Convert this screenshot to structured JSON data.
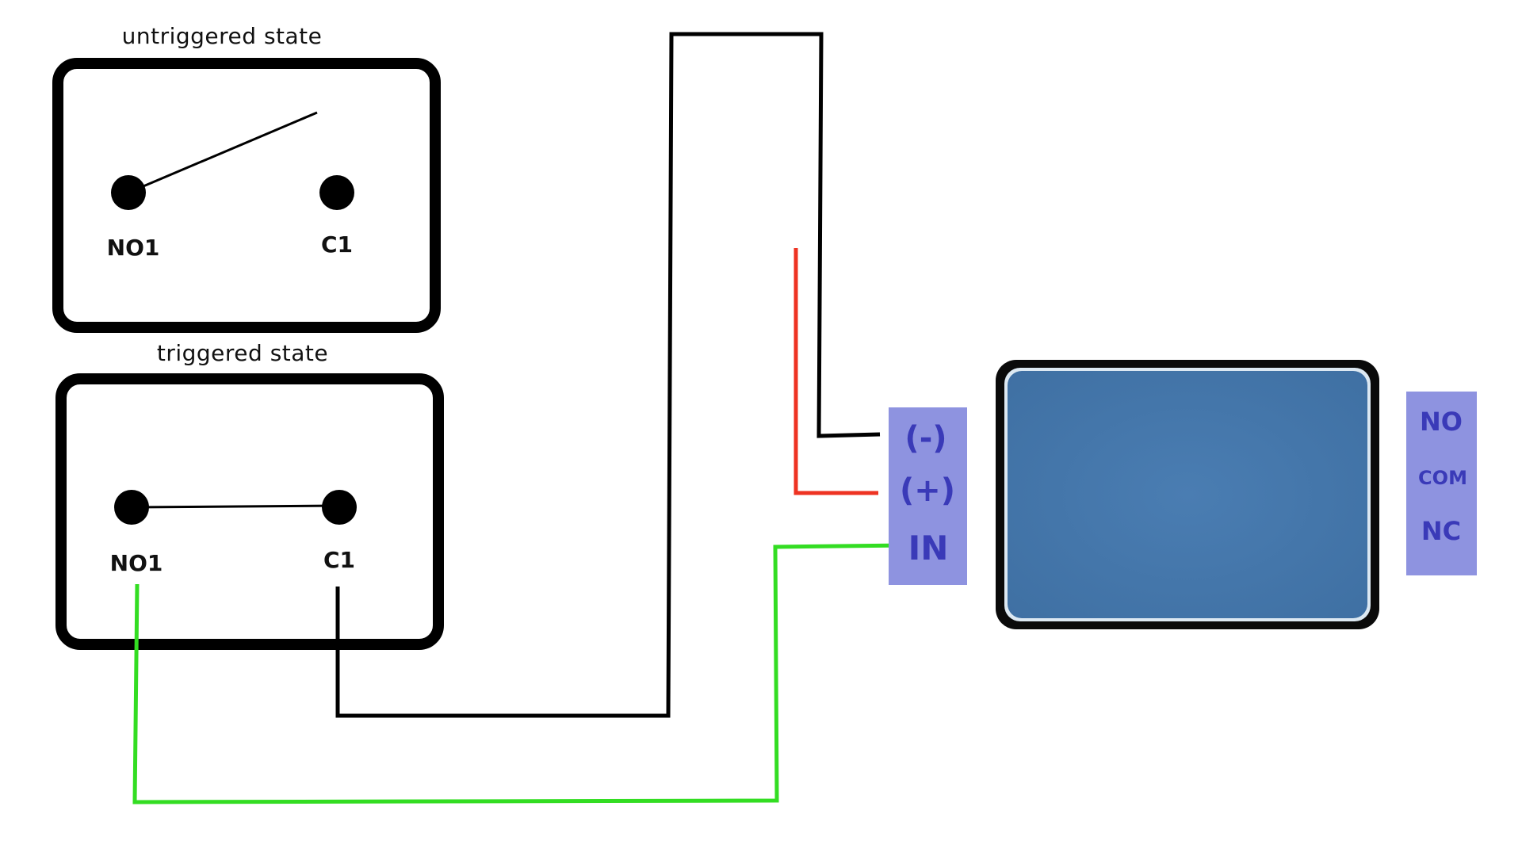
{
  "switches": {
    "untriggered": {
      "title": "untriggered state",
      "contact_a": "NO1",
      "contact_b": "C1"
    },
    "triggered": {
      "title": "triggered state",
      "contact_a": "NO1",
      "contact_b": "C1"
    }
  },
  "input_terminal": {
    "labels": [
      "(-)",
      "(+)",
      "IN"
    ]
  },
  "output_terminal": {
    "labels": [
      "NO",
      "COM",
      "NC"
    ]
  },
  "colors": {
    "outline": "#000000",
    "terminal_block": "#8e93e0",
    "terminal_text": "#3a3ab8",
    "module_body": "#4577ab",
    "wire_negative": "#000000",
    "wire_positive": "#ee3322",
    "wire_signal": "#33dd22"
  }
}
